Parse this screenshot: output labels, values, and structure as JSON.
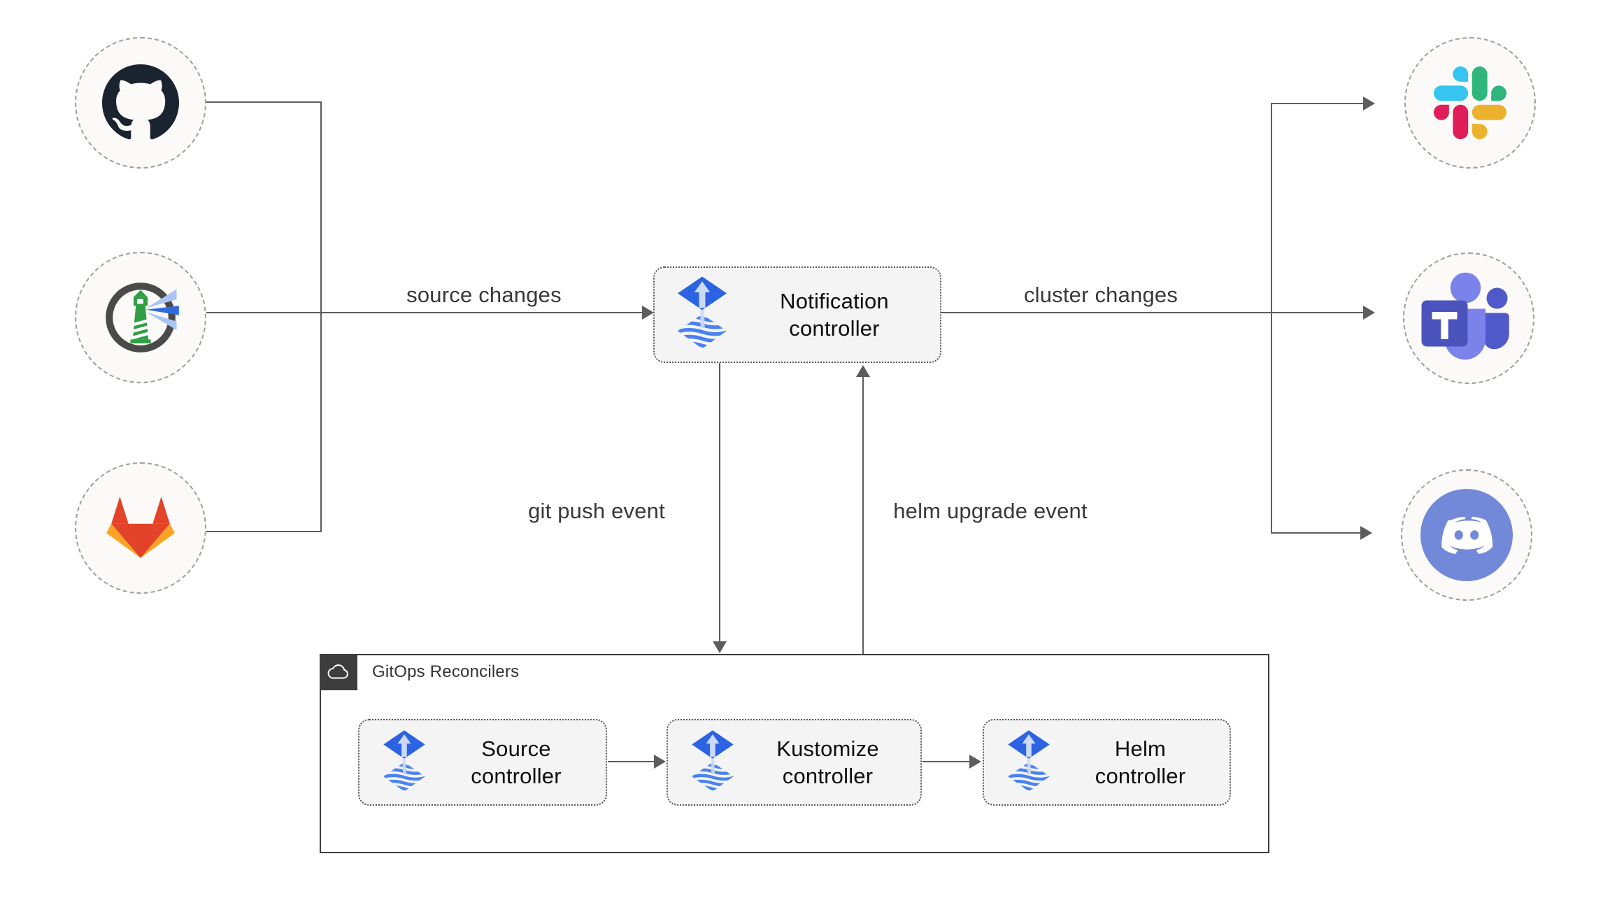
{
  "nodes": {
    "sources": [
      {
        "name": "GitHub",
        "icon": "github-icon"
      },
      {
        "name": "Harbor",
        "icon": "harbor-icon"
      },
      {
        "name": "GitLab",
        "icon": "gitlab-icon"
      }
    ],
    "notification_controller": {
      "label": "Notification\ncontroller",
      "icon": "flux-icon"
    },
    "targets": [
      {
        "name": "Slack",
        "icon": "slack-icon"
      },
      {
        "name": "Microsoft Teams",
        "icon": "teams-icon"
      },
      {
        "name": "Discord",
        "icon": "discord-icon"
      }
    ],
    "reconcilers_group": {
      "title": "GitOps Reconcilers",
      "icon": "cloud-icon"
    },
    "controllers": [
      {
        "label": "Source\ncontroller",
        "icon": "flux-icon"
      },
      {
        "label": "Kustomize\ncontroller",
        "icon": "flux-icon"
      },
      {
        "label": "Helm\ncontroller",
        "icon": "flux-icon"
      }
    ]
  },
  "edge_labels": {
    "source_changes": "source changes",
    "cluster_changes": "cluster changes",
    "git_push_event": "git push event",
    "helm_upgrade_event": "helm upgrade event"
  },
  "colors": {
    "line_gray": "#5c5c5c",
    "flux_blue": "#2b63e3",
    "flux_wave": "#4a82ef",
    "box_fill": "#f4f4f4",
    "circle_fill": "#fbfaf8",
    "gitlab_red": "#e24329",
    "gitlab_yellow": "#fca326",
    "slack_blue": "#36c5f0",
    "slack_green": "#2eb67d",
    "slack_yellow": "#ecb22e",
    "slack_pink": "#e01e5a",
    "teams_purple": "#4b53bc",
    "discord_blurple": "#7289da",
    "harbor_green": "#2f9e44"
  }
}
